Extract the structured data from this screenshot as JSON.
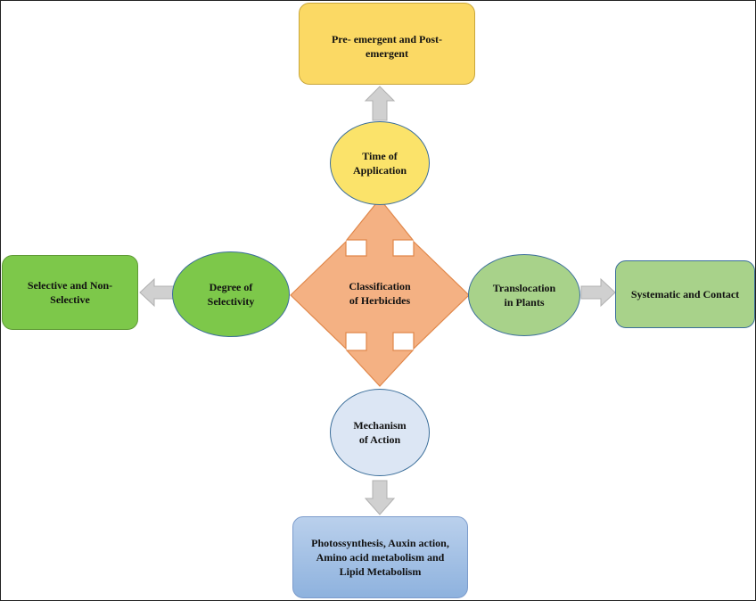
{
  "diagram": {
    "center": {
      "label": "Classification\nof Herbicides"
    },
    "branches": {
      "top": {
        "oval": "Time of\nApplication",
        "box": "Pre- emergent and Post-\nemergent"
      },
      "left": {
        "oval": "Degree of\nSelectivity",
        "box": "Selective and Non-\nSelective"
      },
      "right": {
        "oval": "Translocation\nin Plants",
        "box": "Systematic and Contact"
      },
      "bottom": {
        "oval": "Mechanism\nof Action",
        "box": "Photossynthesis, Auxin action,\nAmino acid metabolism and\nLipid Metabolism"
      }
    }
  },
  "colors": {
    "center_fill": "#f4b183",
    "center_stroke": "#e0874a",
    "arrow_fill": "#d0d0d0",
    "arrow_stroke": "#b0b0b0",
    "top_fill": "#fbd964",
    "left_fill": "#7dc84a",
    "right_fill": "#a8d28a",
    "bottom_fill": "#a9c3e6",
    "oval_stroke": "#3b6e9a"
  }
}
